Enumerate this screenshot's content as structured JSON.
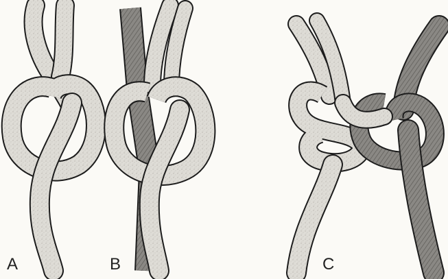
{
  "figure": {
    "labels": [
      "A",
      "B",
      "C"
    ]
  },
  "colors": {
    "light_rope": "#dedcd6",
    "dark_rope": "#8a8884",
    "outline": "#1c1c1c",
    "paper": "#fbfaf6"
  }
}
